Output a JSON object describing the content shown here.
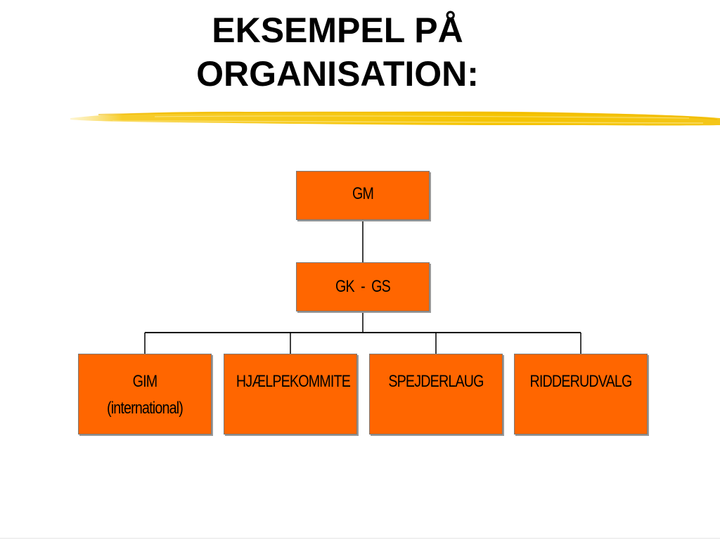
{
  "title": {
    "line1": "EKSEMPEL PÅ",
    "line2": "ORGANISATION:"
  },
  "colors": {
    "box_fill": "#ff6600",
    "box_border": "#7a7a7a",
    "connector": "#000000",
    "highlighter": "#f5c400"
  },
  "org_chart": {
    "root": {
      "label": "GM"
    },
    "level2": {
      "label": "GK  -  GS"
    },
    "children": [
      {
        "line1": "GIM",
        "line2": "(international)"
      },
      {
        "line1": "HJÆLPEKOMMITE",
        "line2": ""
      },
      {
        "line1": "SPEJDERLAUG",
        "line2": ""
      },
      {
        "line1": "RIDDERUDVALG",
        "line2": ""
      }
    ]
  }
}
